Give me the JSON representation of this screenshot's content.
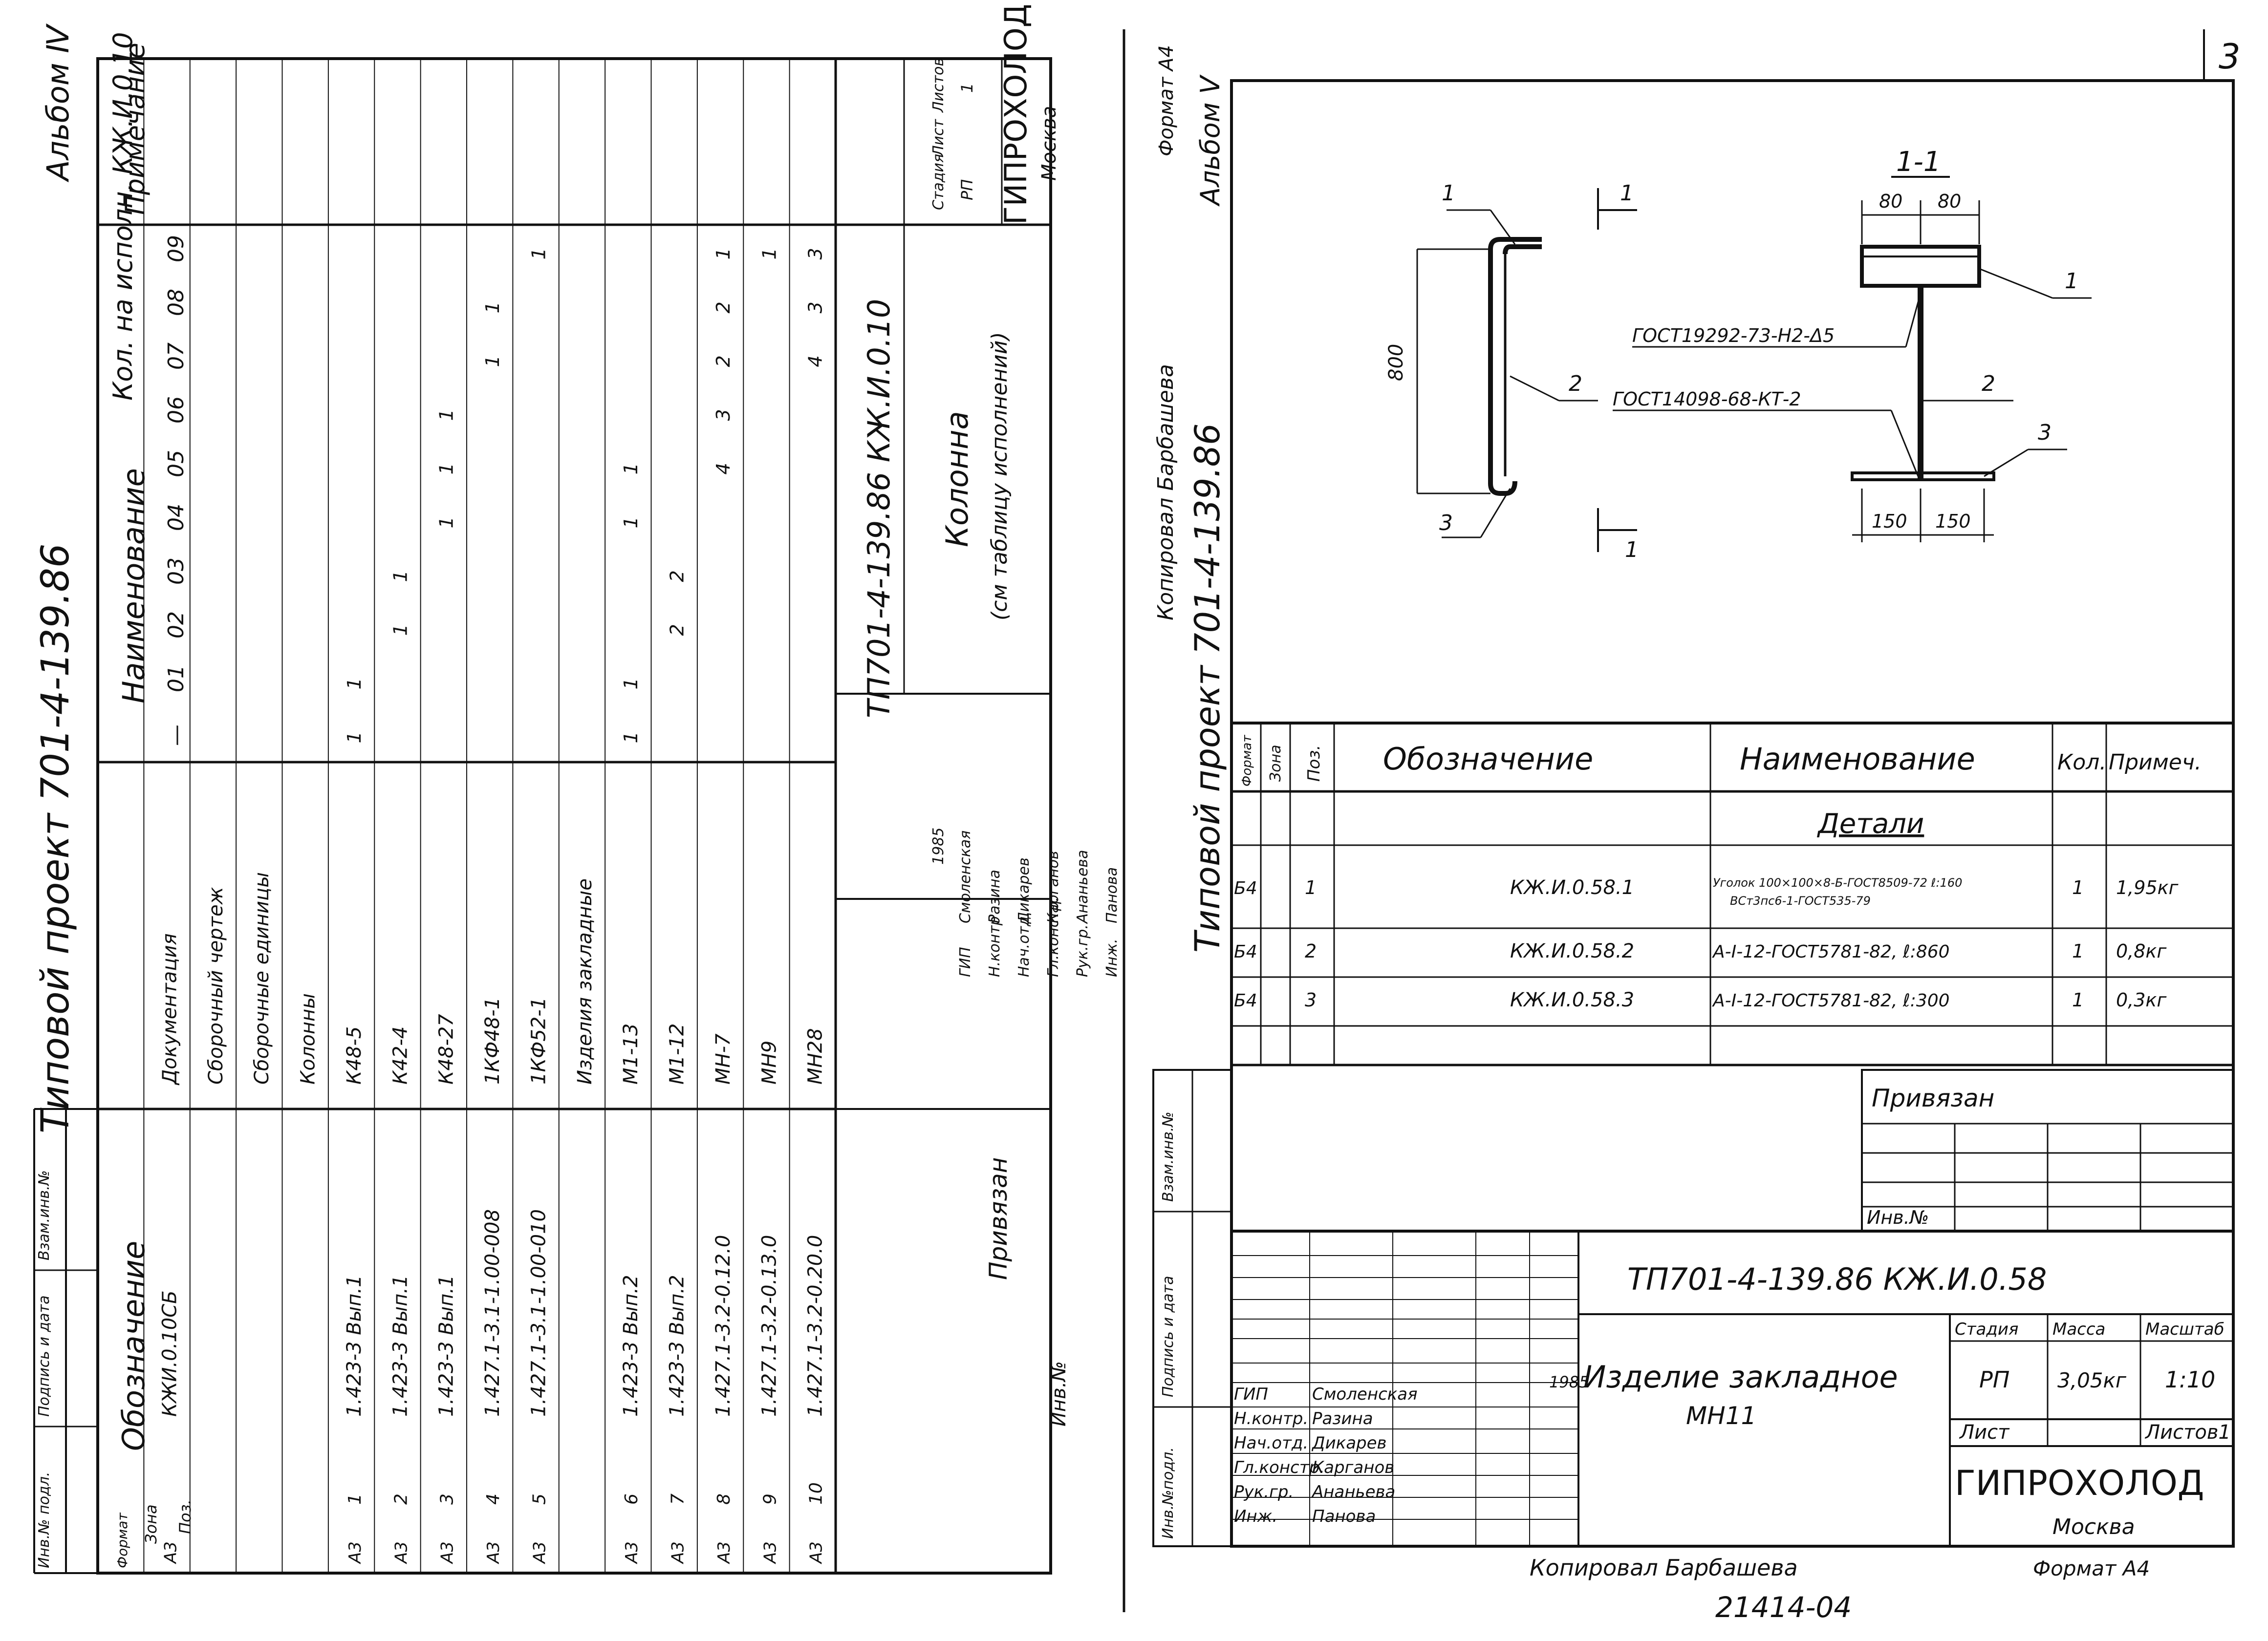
{
  "sheet_number": "3",
  "left": {
    "album": "Альбом Ⅳ",
    "project_title": "Типовой проект 701-4-139.86",
    "headers": {
      "oboznachenie": "Обозначение",
      "naimenovanie": "Наименование",
      "kol_na_isp": "Кол. на исполн. КЖ.И.0.10",
      "primechanie": "Примечание",
      "formt": "Формат",
      "zona": "Зона",
      "poz": "Поз."
    },
    "exec_columns": [
      "—",
      "01",
      "02",
      "03",
      "04",
      "05",
      "06",
      "07",
      "08",
      "09"
    ],
    "rows": [
      {
        "format": "A3",
        "poz": "",
        "oboz": "КЖИ.0.10СБ",
        "naim": "Документация",
        "qty": [
          "",
          "",
          "",
          "",
          "",
          "",
          "",
          "",
          "",
          ""
        ]
      },
      {
        "format": "",
        "poz": "",
        "oboz": "",
        "naim": "Сборочный чертеж",
        "qty": [
          "",
          "",
          "",
          "",
          "",
          "",
          "",
          "",
          "",
          ""
        ]
      },
      {
        "format": "",
        "poz": "",
        "oboz": "",
        "naim": "Сборочные единицы",
        "qty": [
          "",
          "",
          "",
          "",
          "",
          "",
          "",
          "",
          "",
          ""
        ]
      },
      {
        "format": "",
        "poz": "",
        "oboz": "",
        "naim": "Колонны",
        "qty": [
          "",
          "",
          "",
          "",
          "",
          "",
          "",
          "",
          "",
          ""
        ]
      },
      {
        "format": "A3",
        "poz": "1",
        "oboz": "1.423-3 Вып.1",
        "naim": "К48-5",
        "qty": [
          "1",
          "1",
          "",
          "",
          "",
          "",
          "",
          "",
          "",
          ""
        ]
      },
      {
        "format": "A3",
        "poz": "2",
        "oboz": "1.423-3 Вып.1",
        "naim": "К42-4",
        "qty": [
          "",
          "",
          "1",
          "1",
          "",
          "",
          "",
          "",
          "",
          ""
        ]
      },
      {
        "format": "A3",
        "poz": "3",
        "oboz": "1.423-3 Вып.1",
        "naim": "К48-27",
        "qty": [
          "",
          "",
          "",
          "",
          "1",
          "1",
          "1",
          "",
          "",
          ""
        ]
      },
      {
        "format": "A3",
        "poz": "4",
        "oboz": "1.427.1-3.1-1.00-008",
        "naim": "1КФ48-1",
        "qty": [
          "",
          "",
          "",
          "",
          "",
          "",
          "",
          "1",
          "1",
          ""
        ]
      },
      {
        "format": "A3",
        "poz": "5",
        "oboz": "1.427.1-3.1-1.00-010",
        "naim": "1КФ52-1",
        "qty": [
          "",
          "",
          "",
          "",
          "",
          "",
          "",
          "",
          "",
          "1"
        ]
      },
      {
        "format": "",
        "poz": "",
        "oboz": "",
        "naim": "Изделия закладные",
        "qty": [
          "",
          "",
          "",
          "",
          "",
          "",
          "",
          "",
          "",
          ""
        ]
      },
      {
        "format": "A3",
        "poz": "6",
        "oboz": "1.423-3 Вып.2",
        "naim": "М1-13",
        "qty": [
          "1",
          "1",
          "",
          "",
          "1",
          "1",
          "",
          "",
          "",
          ""
        ]
      },
      {
        "format": "A3",
        "poz": "7",
        "oboz": "1.423-3 Вып.2",
        "naim": "М1-12",
        "qty": [
          "",
          "",
          "2",
          "2",
          "",
          "",
          "",
          "",
          "",
          ""
        ]
      },
      {
        "format": "A3",
        "poz": "8",
        "oboz": "1.427.1-3.2-0.12.0",
        "naim": "МН-7",
        "qty": [
          "",
          "",
          "",
          "",
          "",
          "4",
          "3",
          "2",
          "2",
          "1"
        ]
      },
      {
        "format": "A3",
        "poz": "9",
        "oboz": "1.427.1-3.2-0.13.0",
        "naim": "МН9",
        "qty": [
          "",
          "",
          "",
          "",
          "",
          "",
          "",
          "",
          "",
          "1"
        ]
      },
      {
        "format": "A3",
        "poz": "10",
        "oboz": "1.427.1-3.2-0.20.0",
        "naim": "МН28",
        "qty": [
          "",
          "",
          "",
          "",
          "",
          "",
          "",
          "4",
          "3",
          "3"
        ]
      }
    ],
    "stamp": {
      "code": "ТП701-4-139.86 КЖ.И.0.10",
      "name": "Колонна",
      "name_sub": "(см таблицу исполнений)",
      "stadia_label": "Стадия",
      "list_label": "Лист",
      "listov_label": "Листов",
      "stadia": "РП",
      "listov": "1",
      "org": "ГИПРОХОЛОД",
      "city": "Москва",
      "year": "1985",
      "people": [
        {
          "role": "ГИП",
          "name": "Смоленская"
        },
        {
          "role": "Н.контр",
          "name": "Разина"
        },
        {
          "role": "Нач.отд.",
          "name": "Дикарев"
        },
        {
          "role": "Гл.констр.",
          "name": "Карганов"
        },
        {
          "role": "Рук.гр.",
          "name": "Ананьева"
        },
        {
          "role": "Инж.",
          "name": "Панова"
        }
      ],
      "privyazan": "Привязан",
      "inv_no": "Инв.№"
    },
    "side_labels": [
      "Инв.№ подл.",
      "Подпись и дата",
      "Взам.инв.№"
    ],
    "kopiroval": "Копировал Барбашева",
    "format": "Формат А4"
  },
  "right": {
    "album": "Альбом Ⅴ",
    "project_title": "Типовой проект 701-4-139.86",
    "drawing": {
      "section_mark": "1-1",
      "cut_label": "1",
      "dim_800": "800",
      "dim_80a": "80",
      "dim_80b": "80",
      "dim_150a": "150",
      "dim_150b": "150",
      "weld1": "ГОСТ19292-73-Н2-Δ5",
      "weld2": "ГОСТ14098-68-КТ-2",
      "pos1": "1",
      "pos2": "2",
      "pos3": "3"
    },
    "spec_headers": {
      "format": "Формат",
      "zona": "Зона",
      "poz": "Поз.",
      "oboznachenie": "Обозначение",
      "naimenovanie": "Наименование",
      "kol": "Кол.",
      "primech": "Примеч."
    },
    "spec_section": "Детали",
    "spec_rows": [
      {
        "format": "Б4",
        "poz": "1",
        "oboz": "КЖ.И.0.58.1",
        "naim": "Уголок 100×100×8-Б-ГОСТ8509-72 ℓ:160",
        "naim2": "ВСт3пс6-1-ГОСТ535-79",
        "kol": "1",
        "prim": "1,95кг"
      },
      {
        "format": "Б4",
        "poz": "2",
        "oboz": "КЖ.И.0.58.2",
        "naim": "А-I-12-ГОСТ5781-82, ℓ:860",
        "naim2": "",
        "kol": "1",
        "prim": "0,8кг"
      },
      {
        "format": "Б4",
        "poz": "3",
        "oboz": "КЖ.И.0.58.3",
        "naim": "А-I-12-ГОСТ5781-82, ℓ:300",
        "naim2": "",
        "kol": "1",
        "prim": "0,3кг"
      }
    ],
    "privyazan": "Привязан",
    "inv_no": "Инв.№",
    "stamp": {
      "code": "ТП701-4-139.86   КЖ.И.0.58",
      "name": "Изделие закладное",
      "name2": "МН11",
      "stadia_label": "Стадия",
      "massa_label": "Масса",
      "masshtab_label": "Масштаб",
      "stadia": "РП",
      "massa": "3,05кг",
      "masshtab": "1:10",
      "list_label": "Лист",
      "listov_label": "Листов1",
      "org": "ГИПРОХОЛОД",
      "city": "Москва",
      "year": "1985",
      "people": [
        {
          "role": "ГИП",
          "name": "Смоленская"
        },
        {
          "role": "Н.контр.",
          "name": "Разина"
        },
        {
          "role": "Нач.отд.",
          "name": "Дикарев"
        },
        {
          "role": "Гл.констр.",
          "name": "Карганов"
        },
        {
          "role": "Рук.гр.",
          "name": "Ананьева"
        },
        {
          "role": "Инж.",
          "name": "Панова"
        }
      ]
    },
    "side_labels": [
      "Инв.№подл.",
      "Подпись и дата",
      "Взам.инв.№"
    ],
    "kopiroval": "Копировал Барбашева",
    "format": "Формат А4",
    "archive_no": "21414-04"
  }
}
